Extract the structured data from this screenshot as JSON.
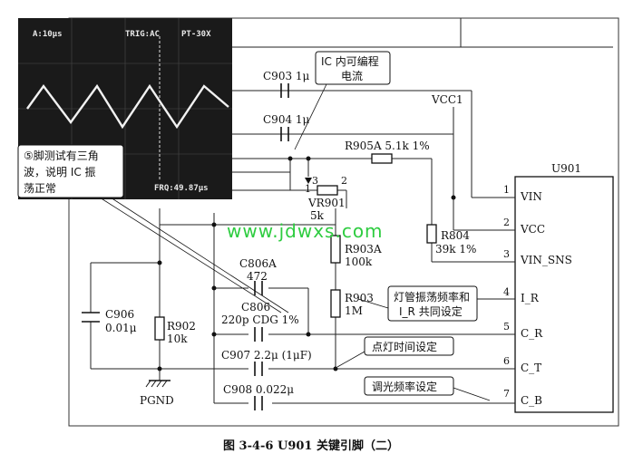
{
  "oscilloscope": {
    "timebase": "A:10μs",
    "trigger": "TRIG:AC",
    "probe": "PT-30X",
    "frequency": "FRQ:49.87μs"
  },
  "ic": {
    "name": "U901"
  },
  "pins": [
    {
      "number": "1",
      "label": "VIN"
    },
    {
      "number": "2",
      "label": "VCC"
    },
    {
      "number": "3",
      "label": "VIN_SNS"
    },
    {
      "number": "4",
      "label": "I_R"
    },
    {
      "number": "5",
      "label": "C_R"
    },
    {
      "number": "6",
      "label": "C_T"
    },
    {
      "number": "7",
      "label": "C_B"
    }
  ],
  "components": {
    "c903": "C903 1μ",
    "c904": "C904 1μ",
    "r905a": "R905A 5.1k 1%",
    "vr901_pin3": "3",
    "vr901_pin2": "2",
    "vr901_pin1": "1",
    "vr901_name": "VR901",
    "vr901_value": "5k",
    "r804_name": "R804",
    "r804_value": "39k 1%",
    "r903a_name": "R903A",
    "r903a_value": "100k",
    "r903_name": "R903",
    "r903_value": "1M",
    "c806a_name": "C806A",
    "c806a_value": "472",
    "c806_name": "C806",
    "c806_value": "220p CDG 1%",
    "c906_name": "C906",
    "c906_value": "0.01μ",
    "r902_name": "R902",
    "r902_value": "10k",
    "c907": "C907 2.2μ (1μF)",
    "c908": "C908 0.022μ",
    "vcc1": "VCC1",
    "pgnd": "PGND"
  },
  "callouts": {
    "ic_current_line1": "IC 内可编程",
    "ic_current_line2": "电流",
    "pin5_line1": "⑤脚测试有三角",
    "pin5_line2": "波，说明 IC 振",
    "pin5_line3": "荡正常",
    "oscillation_line1": "灯管振荡频率和",
    "oscillation_line2": "I_R 共同设定",
    "ignition_time": "点灯时间设定",
    "dimming_freq": "调光频率设定"
  },
  "watermark": "www.jdwxs.com",
  "caption": "图 3-4-6   U901 关键引脚（二）"
}
